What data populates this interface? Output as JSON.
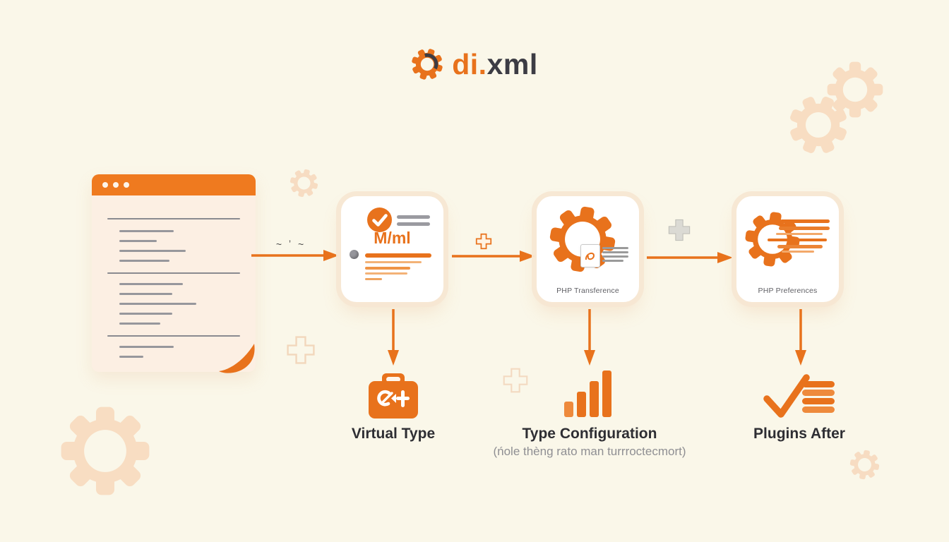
{
  "logo": {
    "brand_primary": "di.",
    "brand_secondary": "xml",
    "icon": "gear-icon"
  },
  "flow": {
    "squiggle_marks": "~ ʼ ~",
    "cards": [
      {
        "title": "M/ml",
        "icon": "check-circle-icon"
      },
      {
        "title": "PHP Transference",
        "icon": "gear-document-icon"
      },
      {
        "title": "PHP Preferences",
        "icon": "gear-speed-lines-icon"
      }
    ]
  },
  "outputs": [
    {
      "title": "Virtual Type",
      "icon": "toolbox-icon"
    },
    {
      "title": "Type Configuration",
      "subtitle": "(ńole thèng rato man turrroctecmort)",
      "icon": "bar-chart-icon"
    },
    {
      "title": "Plugins After",
      "icon": "check-list-icon"
    }
  ],
  "colors": {
    "accent": "#E8721C",
    "accent_dark": "#3C3C44",
    "peach_decoration": "#F8DDC2",
    "background": "#FAF7E9",
    "card_background": "#FFFFFF",
    "document_body": "#FCEFE3",
    "document_header": "#EF7A1F",
    "text_dark": "#2E2E33",
    "text_gray": "#8F8F93"
  }
}
